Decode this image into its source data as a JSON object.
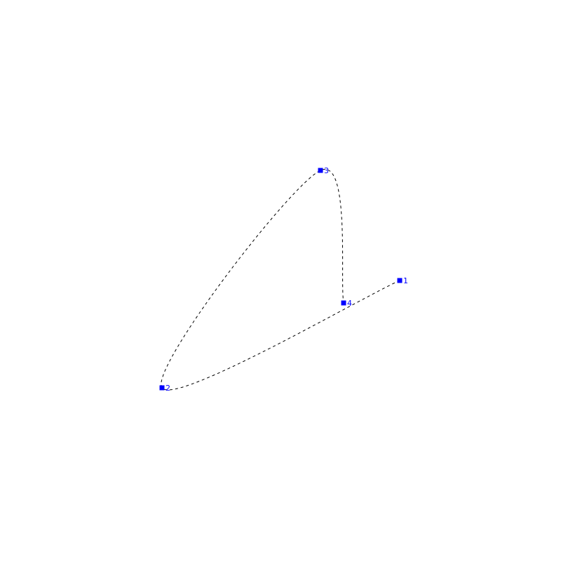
{
  "diagram": {
    "nodes": [
      {
        "id": "1",
        "label": "1"
      },
      {
        "id": "2",
        "label": "2"
      },
      {
        "id": "3",
        "label": "3"
      },
      {
        "id": "4",
        "label": "4"
      }
    ],
    "path_order": [
      "1",
      "2",
      "3",
      "4"
    ],
    "colors": {
      "marker": "#0000ff",
      "line": "#000000",
      "background": "#ffffff"
    }
  }
}
